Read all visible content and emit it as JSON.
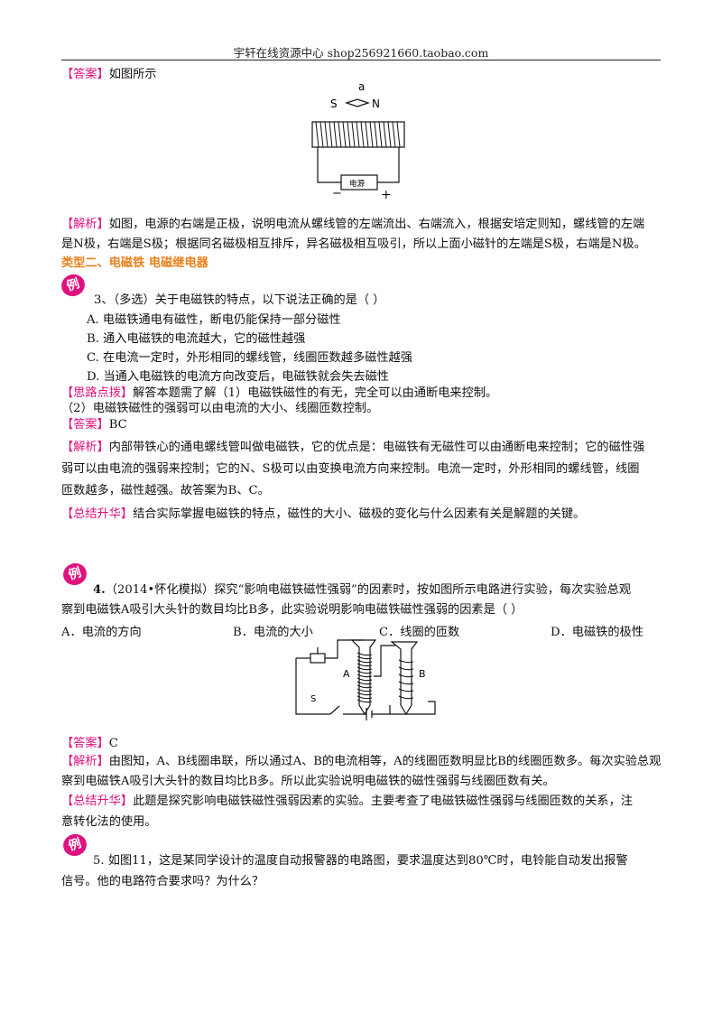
{
  "header": {
    "text": "宇轩在线资源中心   shop256921660.taobao.com"
  },
  "ex2": {
    "answer_tag": "【答案】",
    "answer_text": "如图所示",
    "fig": {
      "a": "a",
      "s": "S",
      "n": "N",
      "source": "电源",
      "minus": "−",
      "plus": "+"
    },
    "analysis_tag": "【解析】",
    "analysis_l1": "如图，电源的右端是正极，说明电流从螺线管的左端流出、右端流入，根据安培定则知，螺线管的左端",
    "analysis_l2": "是N极，右端是S极；根据同名磁极相互排斥，异名磁极相互吸引，所以上面小磁针的左端是S极，右端是N极。"
  },
  "category": {
    "title": "类型二、电磁铁     电磁继电器"
  },
  "ex3": {
    "badge": "例",
    "question": "3、（多选）关于电磁铁的特点，以下说法正确的是（     ）",
    "options": [
      "A.  电磁铁通电有磁性，断电仍能保持一部分磁性",
      "B.  通入电磁铁的电流越大，它的磁性越强",
      "C.  在电流一定时，外形相同的螺线管，线圈匝数越多磁性越强",
      "D.  当通入电磁铁的电流方向改变后，电磁铁就会失去磁性"
    ],
    "hint_tag": "【思路点拨】",
    "hint_l1": "解答本题需了解（1）电磁铁磁性的有无，完全可以由通断电来控制。",
    "hint_l2": "（2）电磁铁磁性的强弱可以由电流的大小、线圈匝数控制。",
    "answer_tag": "【答案】",
    "answer": "BC",
    "analysis_tag": "【解析】",
    "analysis_l1": "内部带铁心的通电螺线管叫做电磁铁，它的优点是：电磁铁有无磁性可以由通断电来控制；它的磁性强",
    "analysis_l2": "弱可以由电流的强弱来控制；它的N、S极可以由变换电流方向来控制。电流一定时，外形相同的螺线管，线圈",
    "analysis_l3": "匝数越多，磁性越强。故答案为B、C。",
    "summary_tag": "【总结升华】",
    "summary": "结合实际掌握电磁铁的特点，磁性的大小、磁极的变化与什么因素有关是解题的关键。"
  },
  "ex4": {
    "badge": "例",
    "num": "4.",
    "q_l1": "（2014•怀化模拟）探究“影响电磁铁磁性强弱”的因素时，按如图所示电路进行实验，每次实验总观",
    "q_l2": "察到电磁铁A吸引大头针的数目均比B多，此实验说明影响电磁铁磁性强弱的因素是（     ）",
    "opt_a": "A．电流的方向",
    "opt_b": "B．电流的大小",
    "opt_c": "C．线圈的匝数",
    "opt_d": "D．电磁铁的极性",
    "fig": {
      "a": "A",
      "b": "B",
      "s": "S"
    },
    "answer_tag": "【答案】",
    "answer": "C",
    "analysis_tag": "【解析】",
    "analysis_l1": "由图知，A、B线圈串联，所以通过A、B的电流相等，A的线圈匝数明显比B的线圈匝数多。每次实验总观",
    "analysis_l2": "察到电磁铁A吸引大头针的数目均比B多。所以此实验说明电磁铁的磁性强弱与线圈匝数有关。",
    "summary_tag": "【总结升华】",
    "summary_l1": "此题是探究影响电磁铁磁性强弱因素的实验。主要考查了电磁铁磁性强弱与线圈匝数的关系，注",
    "summary_l2": "意转化法的使用。"
  },
  "ex5": {
    "badge": "例",
    "q_l1": "5. 如图11，这是某同学设计的温度自动报警器的电路图，要求温度达到80℃时，电铃能自动发出报警",
    "q_l2": "信号。他的电路符合要求吗？为什么？"
  }
}
